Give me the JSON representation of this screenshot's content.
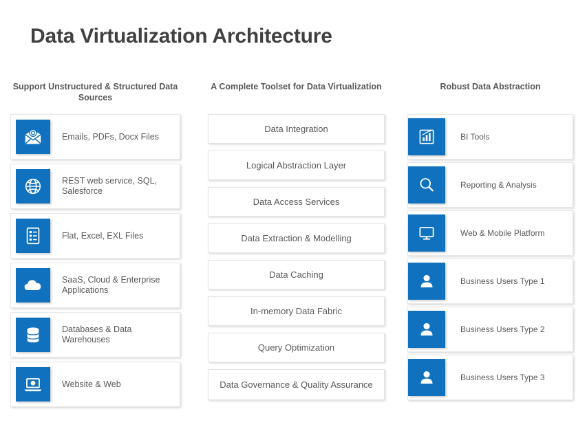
{
  "title": "Data Virtualization Architecture",
  "theme": {
    "accent_blue": "#1072be",
    "title_color": "#404040",
    "text_color": "#595959",
    "card_background": "#ffffff",
    "page_background": "#ffffff"
  },
  "columns": {
    "left": {
      "header": "Support Unstructured & Structured Data Sources",
      "items": [
        {
          "label": "Emails,  PDFs, Docx Files",
          "icon": "email-envelope-icon"
        },
        {
          "label": "REST web service, SQL, Salesforce",
          "icon": "globe-icon"
        },
        {
          "label": "Flat, Excel, EXL Files",
          "icon": "document-list-icon"
        },
        {
          "label": "SaaS, Cloud & Enterprise Applications",
          "icon": "cloud-icon"
        },
        {
          "label": "Databases & Data Warehouses",
          "icon": "database-icon"
        },
        {
          "label": "Website & Web",
          "icon": "laptop-web-icon"
        }
      ]
    },
    "middle": {
      "header": "A Complete Toolset for Data Virtualization",
      "items": [
        {
          "label": "Data Integration"
        },
        {
          "label": "Logical Abstraction Layer"
        },
        {
          "label": "Data Access Services"
        },
        {
          "label": "Data Extraction & Modelling"
        },
        {
          "label": "Data Caching"
        },
        {
          "label": "In-memory Data Fabric"
        },
        {
          "label": "Query Optimization"
        },
        {
          "label": "Data Governance & Quality Assurance"
        }
      ]
    },
    "right": {
      "header": "Robust Data Abstraction",
      "items": [
        {
          "label": "BI Tools",
          "icon": "bar-chart-icon"
        },
        {
          "label": "Reporting & Analysis",
          "icon": "magnifier-icon"
        },
        {
          "label": "Web & Mobile Platform",
          "icon": "monitor-icon"
        },
        {
          "label": "Business Users Type 1",
          "icon": "user-icon"
        },
        {
          "label": "Business Users Type 2",
          "icon": "user-icon"
        },
        {
          "label": "Business Users Type 3",
          "icon": "user-icon"
        }
      ]
    }
  }
}
